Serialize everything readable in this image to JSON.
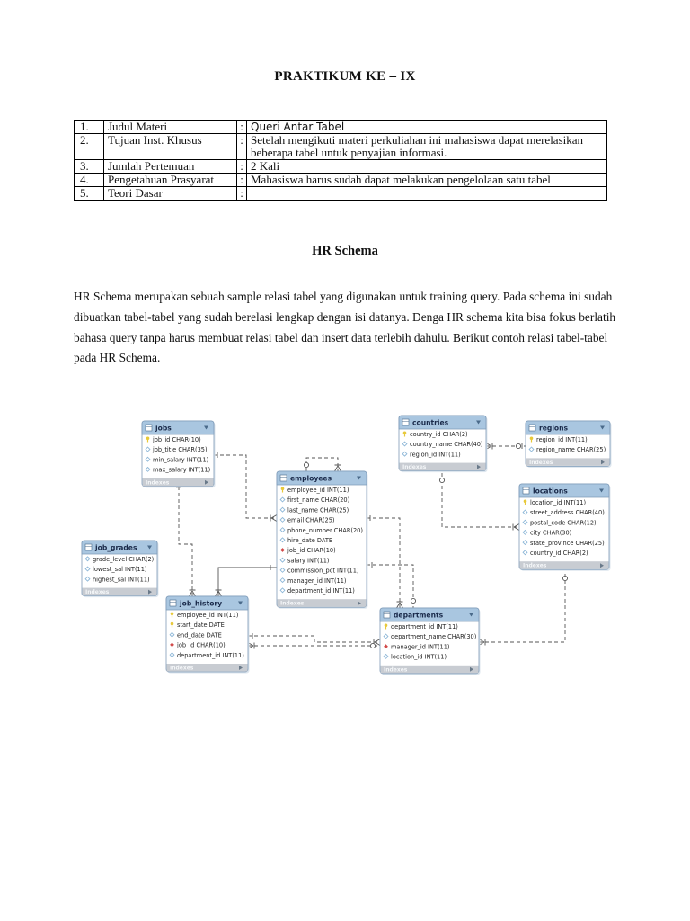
{
  "document": {
    "title": "PRAKTIKUM KE – IX",
    "info_table": [
      {
        "no": "1.",
        "label": "Judul Materi",
        "colon": ":",
        "value": "Queri Antar Tabel"
      },
      {
        "no": "2.",
        "label": "Tujuan Inst. Khusus",
        "colon": ":",
        "value": "Setelah mengikuti materi perkuliahan ini mahasiswa dapat merelasikan beberapa tabel untuk penyajian informasi."
      },
      {
        "no": "3.",
        "label": "Jumlah Pertemuan",
        "colon": ":",
        "value": "2 Kali"
      },
      {
        "no": "4.",
        "label": "Pengetahuan Prasyarat",
        "colon": ":",
        "value": "Mahasiswa harus sudah dapat melakukan pengelolaan satu tabel"
      },
      {
        "no": "5.",
        "label": "Teori Dasar",
        "colon": ":",
        "value": ""
      }
    ],
    "section_title": "HR Schema",
    "paragraph": "HR Schema merupakan sebuah sample relasi tabel yang digunakan untuk training query. Pada schema ini sudah dibuatkan tabel-tabel yang sudah berelasi lengkap dengan isi datanya. Denga HR schema kita bisa fokus berlatih bahasa query tanpa harus membuat relasi tabel dan insert data terlebih dahulu. Berikut contoh relasi tabel-tabel pada HR Schema."
  },
  "er_diagram": {
    "footer_label": "Indexes",
    "tables": [
      {
        "name": "jobs",
        "columns": [
          {
            "key": "pk",
            "text": "job_id CHAR(10)"
          },
          {
            "key": "col",
            "text": "job_title CHAR(35)"
          },
          {
            "key": "col",
            "text": "min_salary INT(11)"
          },
          {
            "key": "col",
            "text": "max_salary INT(11)"
          }
        ]
      },
      {
        "name": "employees",
        "columns": [
          {
            "key": "pk",
            "text": "employee_id INT(11)"
          },
          {
            "key": "col",
            "text": "first_name CHAR(20)"
          },
          {
            "key": "col",
            "text": "last_name CHAR(25)"
          },
          {
            "key": "col",
            "text": "email CHAR(25)"
          },
          {
            "key": "col",
            "text": "phone_number CHAR(20)"
          },
          {
            "key": "col",
            "text": "hire_date DATE"
          },
          {
            "key": "fk",
            "text": "job_id CHAR(10)"
          },
          {
            "key": "col",
            "text": "salary INT(11)"
          },
          {
            "key": "col",
            "text": "commission_pct INT(11)"
          },
          {
            "key": "col",
            "text": "manager_id INT(11)"
          },
          {
            "key": "col",
            "text": "department_id INT(11)"
          }
        ]
      },
      {
        "name": "countries",
        "columns": [
          {
            "key": "pk",
            "text": "country_id CHAR(2)"
          },
          {
            "key": "col",
            "text": "country_name CHAR(40)"
          },
          {
            "key": "col",
            "text": "region_id INT(11)"
          }
        ]
      },
      {
        "name": "regions",
        "columns": [
          {
            "key": "pk",
            "text": "region_id INT(11)"
          },
          {
            "key": "col",
            "text": "region_name CHAR(25)"
          }
        ]
      },
      {
        "name": "locations",
        "columns": [
          {
            "key": "pk",
            "text": "location_id INT(11)"
          },
          {
            "key": "col",
            "text": "street_address CHAR(40)"
          },
          {
            "key": "col",
            "text": "postal_code CHAR(12)"
          },
          {
            "key": "col",
            "text": "city CHAR(30)"
          },
          {
            "key": "col",
            "text": "state_province CHAR(25)"
          },
          {
            "key": "col",
            "text": "country_id CHAR(2)"
          }
        ]
      },
      {
        "name": "job_grades",
        "columns": [
          {
            "key": "col",
            "text": "grade_level CHAR(2)"
          },
          {
            "key": "col",
            "text": "lowest_sal INT(11)"
          },
          {
            "key": "col",
            "text": "highest_sal INT(11)"
          }
        ]
      },
      {
        "name": "job_history",
        "columns": [
          {
            "key": "pk",
            "text": "employee_id INT(11)"
          },
          {
            "key": "pk",
            "text": "start_date DATE"
          },
          {
            "key": "col",
            "text": "end_date DATE"
          },
          {
            "key": "fk",
            "text": "job_id CHAR(10)"
          },
          {
            "key": "col",
            "text": "department_id INT(11)"
          }
        ]
      },
      {
        "name": "departments",
        "columns": [
          {
            "key": "pk",
            "text": "department_id INT(11)"
          },
          {
            "key": "col",
            "text": "department_name CHAR(30)"
          },
          {
            "key": "fk",
            "text": "manager_id INT(11)"
          },
          {
            "key": "col",
            "text": "location_id INT(11)"
          }
        ]
      }
    ],
    "colors": {
      "header": "#a9c6e0",
      "header_text": "#1a2a4a",
      "body": "#ffffff",
      "footer": "#c8ccd2",
      "border": "#7f9bb8",
      "pk": "#e8c93a",
      "fk": "#d24a4a",
      "col": "#8fb8d8",
      "line": "#555555"
    }
  }
}
